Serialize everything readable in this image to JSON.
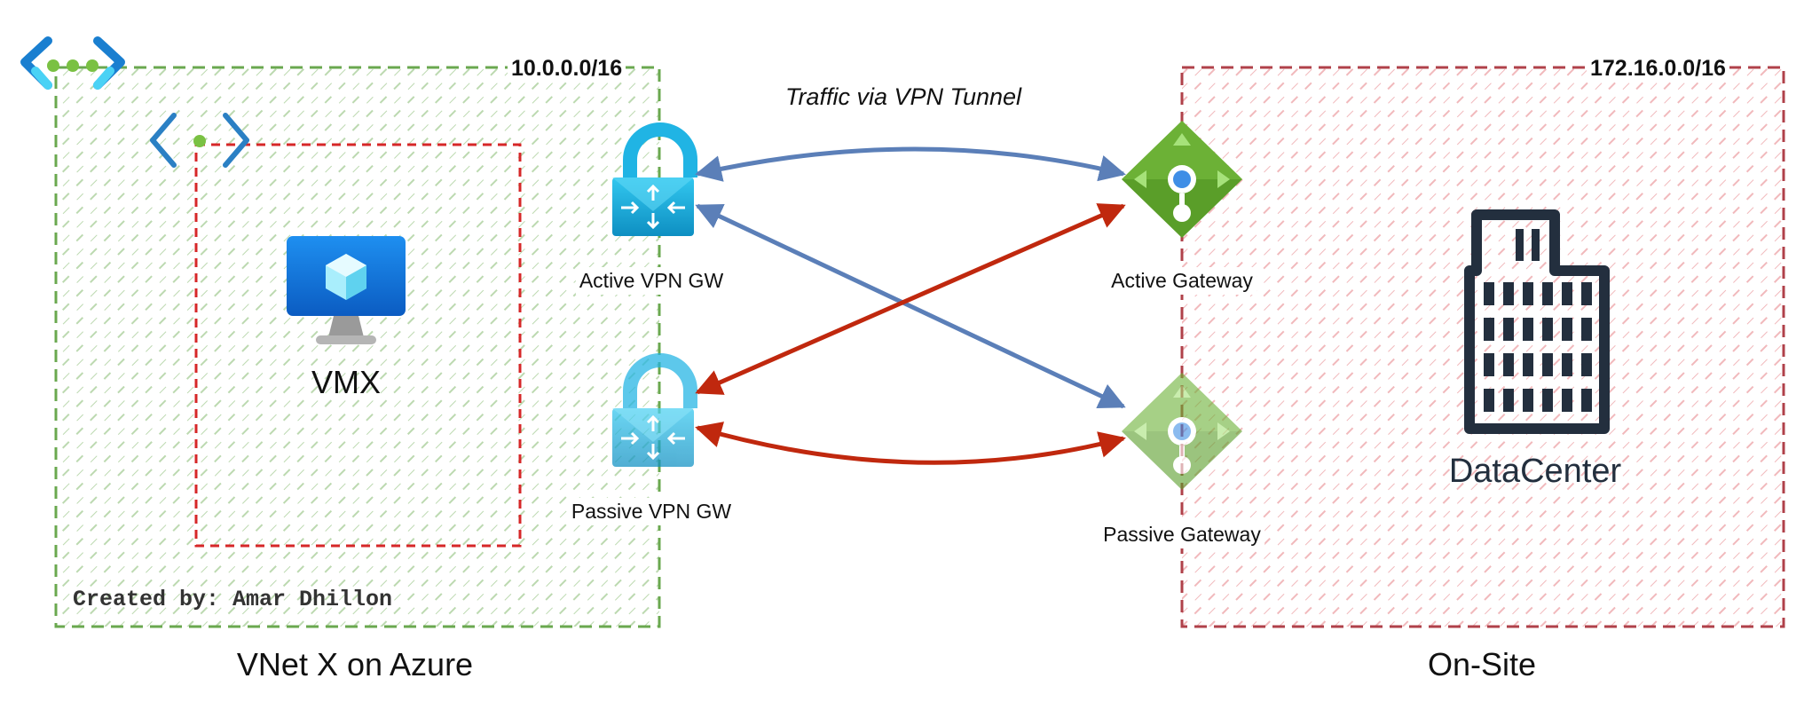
{
  "colors": {
    "azure_boundary": "#6aa84f",
    "subnet_boundary": "#d62728",
    "onsite_boundary": "#b0414a",
    "active_link": "#5b7fb8",
    "passive_link": "#c0280e",
    "vpn_icon": "#12a6d8",
    "gateway_green": "#5a9e29",
    "building": "#232f3e"
  },
  "azure": {
    "cidr": "10.0.0.0/16",
    "title": "VNet X on Azure",
    "credit": "Created by: Amar Dhillon",
    "vm_label": "VMX",
    "active_vpn_label": "Active VPN GW",
    "passive_vpn_label": "Passive VPN GW",
    "icons": [
      "vnet-icon",
      "subnet-icon",
      "virtual-machine-icon",
      "vpn-gateway-icon"
    ]
  },
  "onsite": {
    "cidr": "172.16.0.0/16",
    "title": "On-Site",
    "datacenter_label": "DataCenter",
    "active_gateway_label": "Active Gateway",
    "passive_gateway_label": "Passive Gateway",
    "icons": [
      "local-gateway-icon",
      "building-icon"
    ]
  },
  "links": {
    "traffic_label": "Traffic via VPN Tunnel",
    "connections": [
      {
        "from": "Active VPN GW",
        "to": "Active Gateway",
        "status": "active"
      },
      {
        "from": "Active VPN GW",
        "to": "Passive Gateway",
        "status": "active"
      },
      {
        "from": "Passive VPN GW",
        "to": "Active Gateway",
        "status": "passive"
      },
      {
        "from": "Passive VPN GW",
        "to": "Passive Gateway",
        "status": "passive"
      }
    ]
  }
}
